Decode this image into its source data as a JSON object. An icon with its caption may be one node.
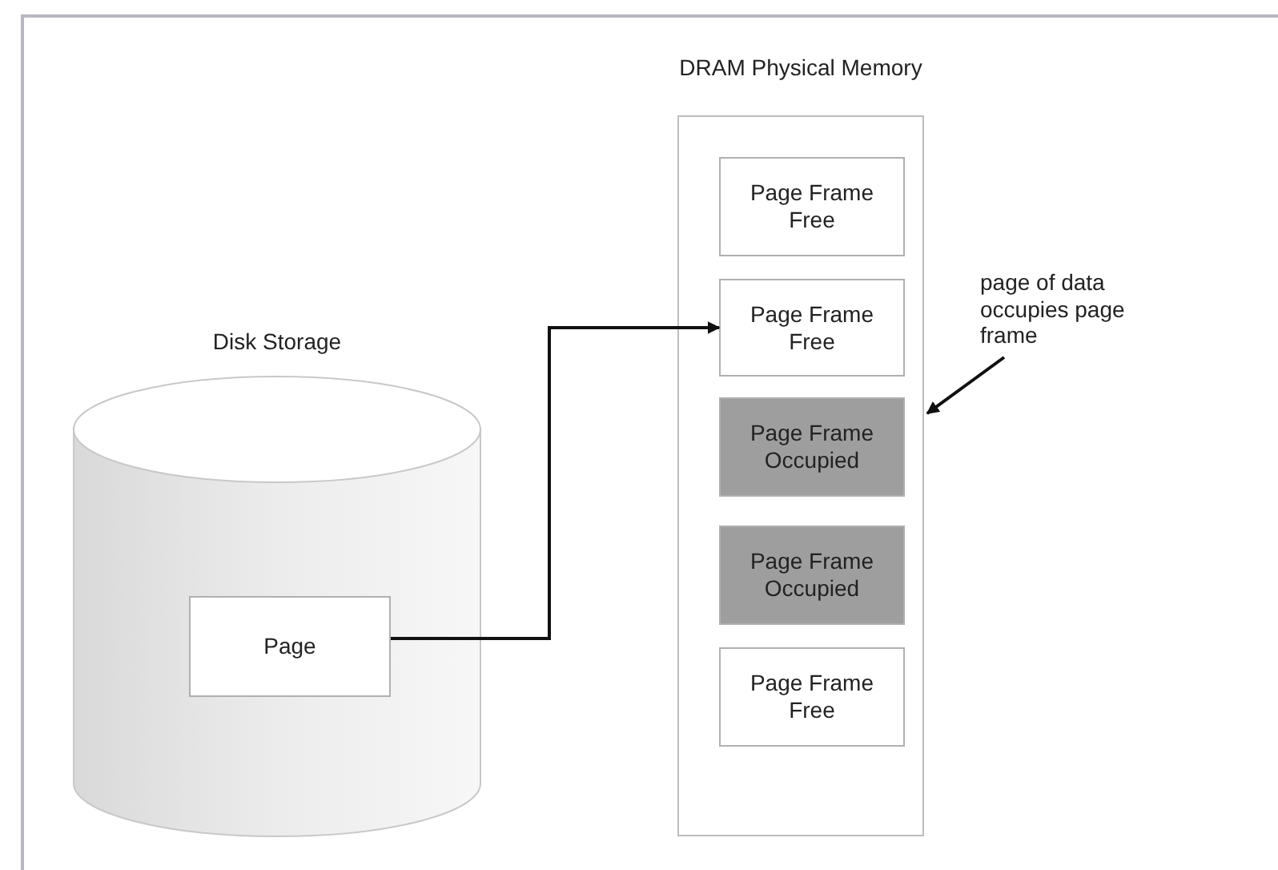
{
  "diagram": {
    "nodes": [
      {
        "text": [
          "Disk Storage"
        ]
      },
      {
        "text": [
          "Page"
        ],
        "in": 0
      },
      {
        "text": [
          "DRAM Physical Memory"
        ]
      },
      {
        "text": [
          "Page Frame Free"
        ],
        "in": 2
      },
      {
        "text": [
          "Page Frame Free"
        ],
        "in": 2
      },
      {
        "text": [
          "Page Frame Occupied"
        ],
        "in": 2
      },
      {
        "text": [
          "Page Frame Occupied"
        ],
        "in": 2
      },
      {
        "text": [
          "Page Frame Free"
        ],
        "in": 2
      },
      {
        "text": [
          "page of data occupies page frame"
        ]
      }
    ],
    "edges": [
      {
        "from": 1,
        "to": 4,
        "arrow": "to"
      },
      {
        "from": 8,
        "to": 5,
        "arrow": "to"
      }
    ]
  }
}
